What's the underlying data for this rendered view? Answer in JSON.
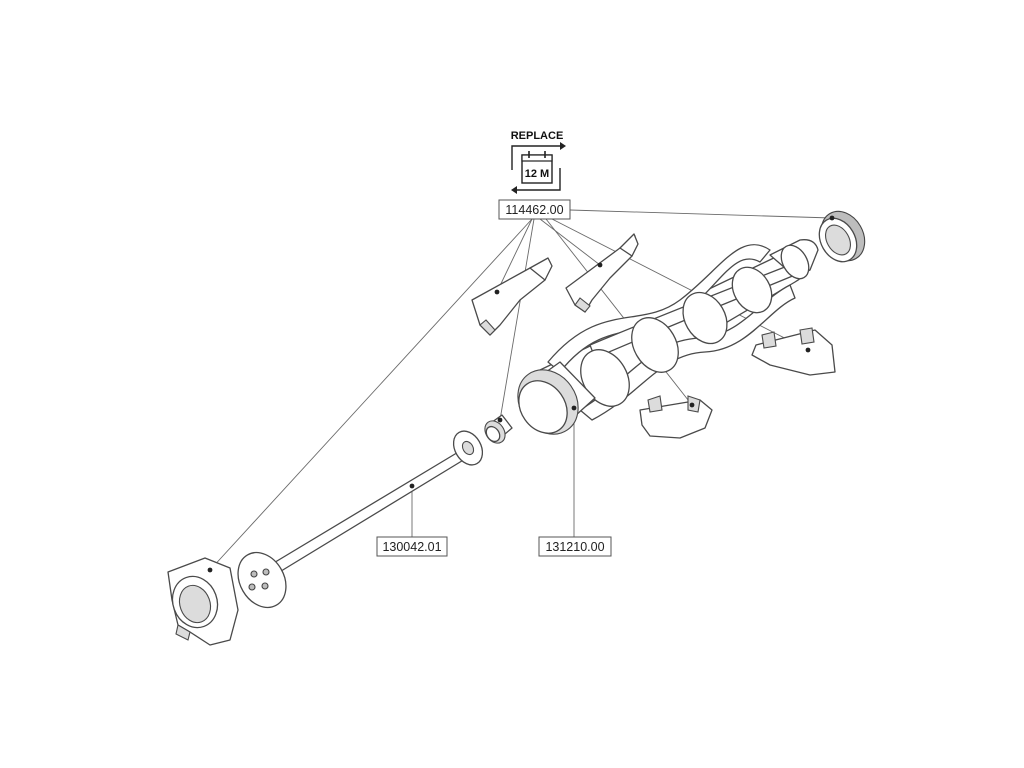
{
  "replace": {
    "label": "REPLACE",
    "interval": "12 M"
  },
  "callouts": {
    "top": "114462.00",
    "rod": "130042.01",
    "body": "131210.00"
  }
}
